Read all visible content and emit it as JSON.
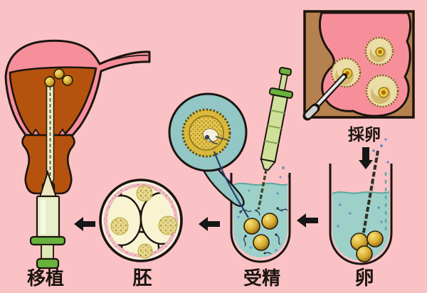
{
  "diagram_type": "ivf-process-illustration",
  "steps": [
    {
      "id": "transfer",
      "label": "移植"
    },
    {
      "id": "embryo",
      "label": "胚"
    },
    {
      "id": "fertilization",
      "label": "受精"
    },
    {
      "id": "egg",
      "label": "卵"
    }
  ],
  "inset": {
    "label": "採卵"
  },
  "flow_direction": "right-to-left",
  "colors": {
    "background": "#fbc2c5",
    "body_pink": "#f78f9b",
    "wall_orange": "#b5530e",
    "magnifier_teal": "#92c7c5",
    "liquid_teal": "#9dd0c9",
    "syringe_green": "#69b33c",
    "syringe_cream": "#e9edc8",
    "egg_gold": "#d9af33",
    "inset_tan": "#b5814e",
    "outline": "#1b1410"
  }
}
